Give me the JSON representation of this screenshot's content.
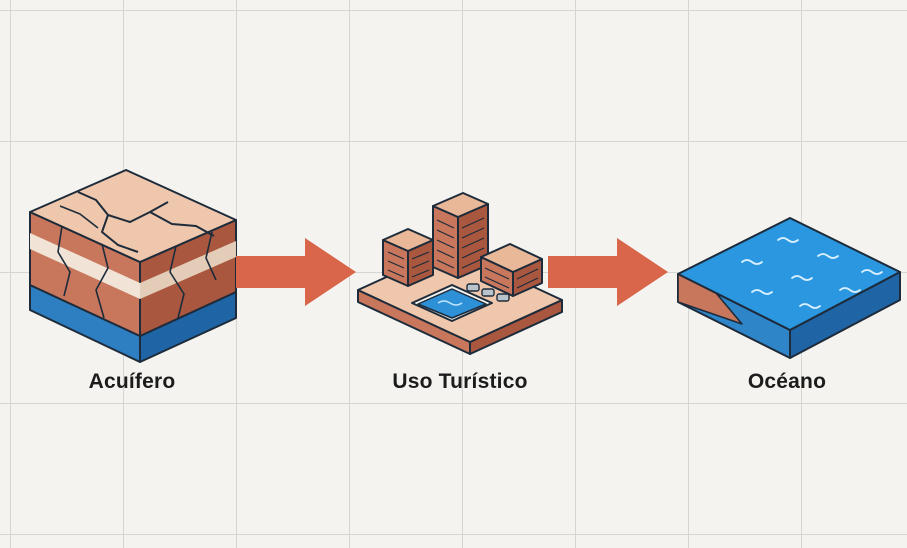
{
  "diagram": {
    "nodes": [
      {
        "label": "Acuífero",
        "icon": "cracked-aquifer-block-icon"
      },
      {
        "label": "Uso Turístico",
        "icon": "tourist-buildings-pool-icon"
      },
      {
        "label": "Océano",
        "icon": "ocean-block-icon"
      }
    ],
    "edges": [
      {
        "from": "Acuífero",
        "to": "Uso Turístico"
      },
      {
        "from": "Uso Turístico",
        "to": "Océano"
      }
    ]
  },
  "colors": {
    "background": "#f4f3ef",
    "grid": "#d6d5d1",
    "arrow": "#d9664a",
    "earth": "#c8775c",
    "earth_top": "#efc7ac",
    "water": "#2e86c9",
    "water_top": "#2a97e0",
    "outline": "#1d2b3a"
  }
}
